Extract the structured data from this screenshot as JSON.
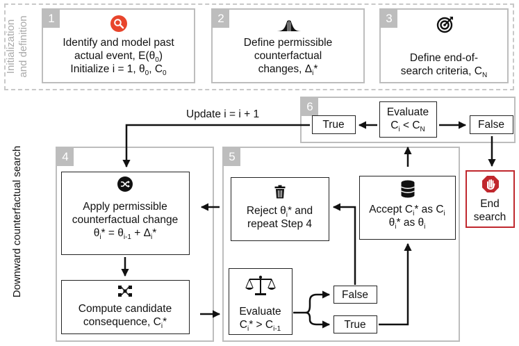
{
  "side_labels": {
    "initialization_line1": "Initialization",
    "initialization_line2": "and definition",
    "search": "Downward counterfactual search"
  },
  "steps": {
    "s1": {
      "number": "1",
      "line1": "Identify and model past",
      "line2_pre": "actual event, E(θ",
      "line2_sub": "0",
      "line2_post": ")",
      "line3_pre": "Initialize i = 1, θ",
      "line3_sub": "0",
      "line3_mid": ", C",
      "line3_sub2": "0",
      "icon": "search-icon"
    },
    "s2": {
      "number": "2",
      "line1": "Define permissible",
      "line2": "counterfactual",
      "line3_pre": "changes, Δ",
      "line3_sub": "i",
      "line3_post": "*",
      "icon": "bell-curve-icon"
    },
    "s3": {
      "number": "3",
      "line1": "Define end-of-",
      "line2_pre": "search criteria, C",
      "line2_sub": "N",
      "icon": "target-icon"
    },
    "s4": {
      "number": "4"
    },
    "s5": {
      "number": "5"
    },
    "s6": {
      "number": "6"
    }
  },
  "nodes": {
    "apply": {
      "line1": "Apply permissible",
      "line2": "counterfactual change",
      "formula_pre": "θ",
      "formula_sub1": "i",
      "formula_mid1": "* = θ",
      "formula_sub2": "i-1",
      "formula_mid2": " + Δ",
      "formula_sub3": "i",
      "formula_post": "*",
      "icon": "shuffle-icon"
    },
    "compute": {
      "line1": "Compute candidate",
      "line2_pre": "consequence, C",
      "line2_sub": "i",
      "line2_post": "*",
      "icon": "network-icon"
    },
    "evaluate5": {
      "line1": "Evaluate",
      "line2_pre": "C",
      "line2_sub": "i",
      "line2_mid": "* > C",
      "line2_sub2": "i-1",
      "icon": "balance-scale-icon"
    },
    "reject": {
      "line1_pre": "Reject θ",
      "line1_sub": "i",
      "line1_post": "* and",
      "line2": "repeat Step 4",
      "icon": "trash-icon"
    },
    "accept": {
      "line1_pre": "Accept C",
      "line1_sub": "i",
      "line1_mid": "* as C",
      "line1_sub2": "i",
      "line2_pre": "θ",
      "line2_sub": "i",
      "line2_mid": "* as θ",
      "line2_sub2": "i",
      "icon": "database-icon"
    },
    "false5": {
      "label": "False"
    },
    "true5": {
      "label": "True"
    },
    "evaluate6": {
      "line1": "Evaluate",
      "line2_pre": "C",
      "line2_sub": "i",
      "line2_mid": " < C",
      "line2_sub2": "N"
    },
    "true6": {
      "label": "True"
    },
    "false6": {
      "label": "False"
    },
    "end": {
      "line1": "End",
      "line2": "search",
      "icon": "stop-hand-icon",
      "color": "#c0272d"
    }
  },
  "update_label": "Update i = i + 1"
}
